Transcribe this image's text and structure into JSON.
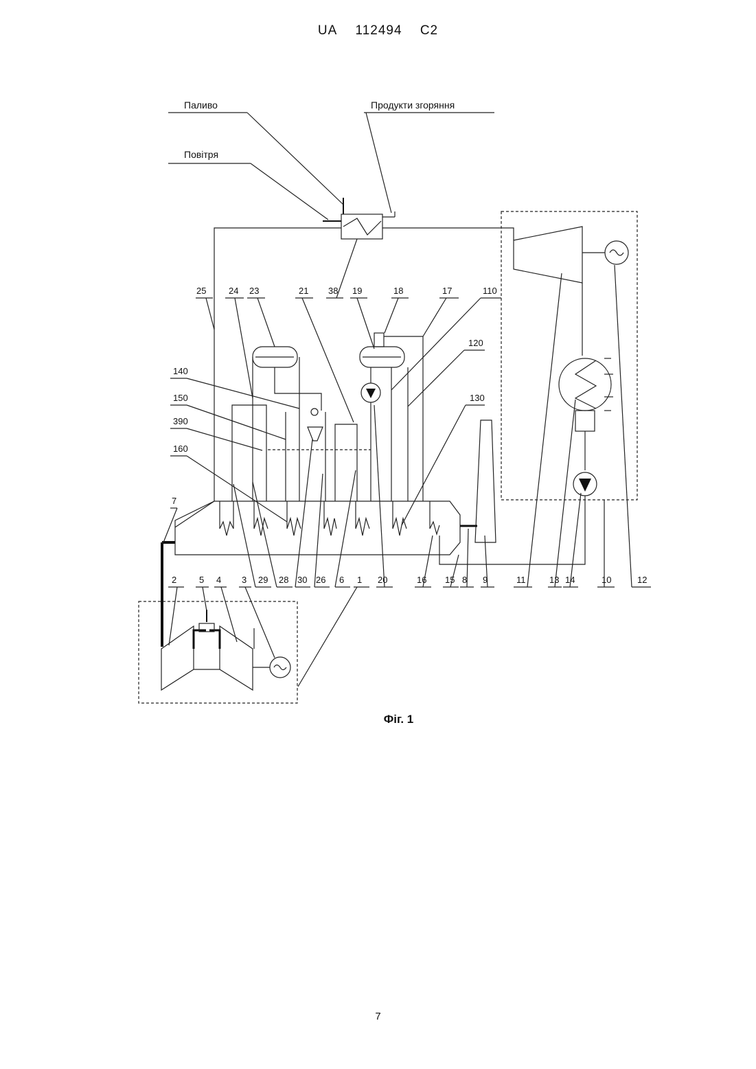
{
  "header": {
    "country": "UA",
    "number": "112494",
    "kind": "C2"
  },
  "figure": {
    "caption": "Фіг. 1",
    "labels": {
      "fuel": "Паливо",
      "air": "Повітря",
      "combustion_products": "Продукти згоряння"
    },
    "callouts_top": [
      "25",
      "24",
      "23",
      "21",
      "38",
      "19",
      "18",
      "17",
      "110",
      "120",
      "130",
      "140",
      "150",
      "390",
      "160",
      "7"
    ],
    "callouts_bottom": [
      "2",
      "5",
      "4",
      "3",
      "29",
      "28",
      "30",
      "26",
      "6",
      "1",
      "20",
      "16",
      "15",
      "8",
      "9",
      "11",
      "13",
      "14",
      "10",
      "12"
    ]
  },
  "page_number": "7"
}
